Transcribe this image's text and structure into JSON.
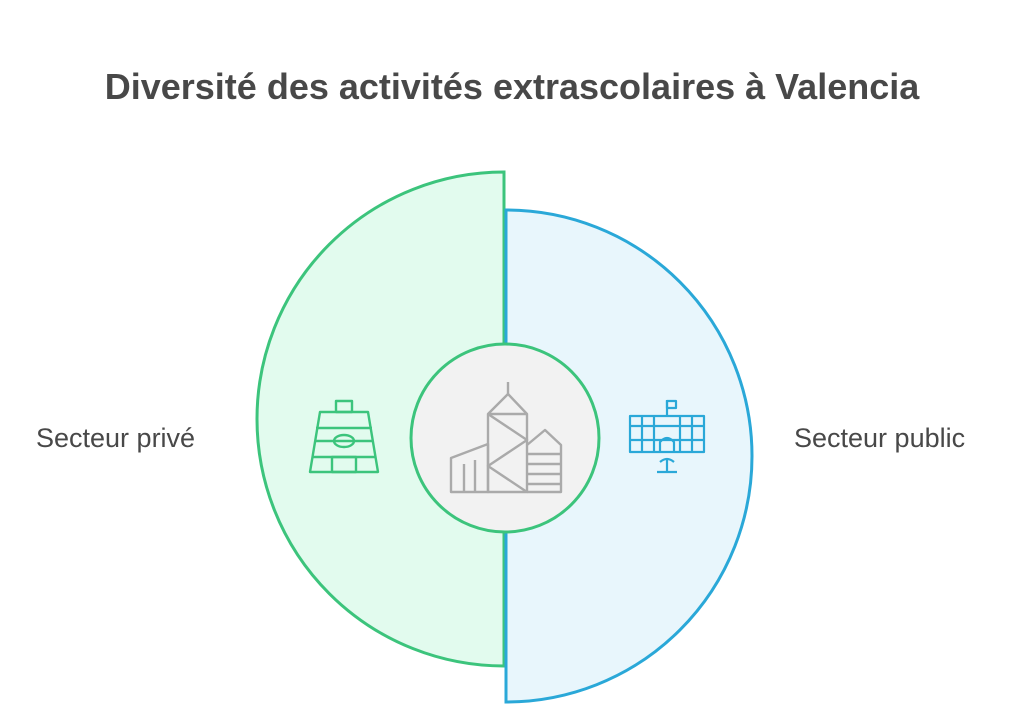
{
  "title": "Diversité des activités extrascolaires à Valencia",
  "segments": [
    {
      "label": "Secteur privé",
      "icon": "soccer-field-icon",
      "fill": "#e2fbee",
      "stroke": "#3cc47c"
    },
    {
      "label": "Secteur public",
      "icon": "city-hall-icon",
      "fill": "#e8f6fc",
      "stroke": "#2aa8d8"
    }
  ],
  "center": {
    "icon": "city-buildings-icon",
    "fill": "#f2f2f2",
    "stroke": "#3cc47c"
  }
}
